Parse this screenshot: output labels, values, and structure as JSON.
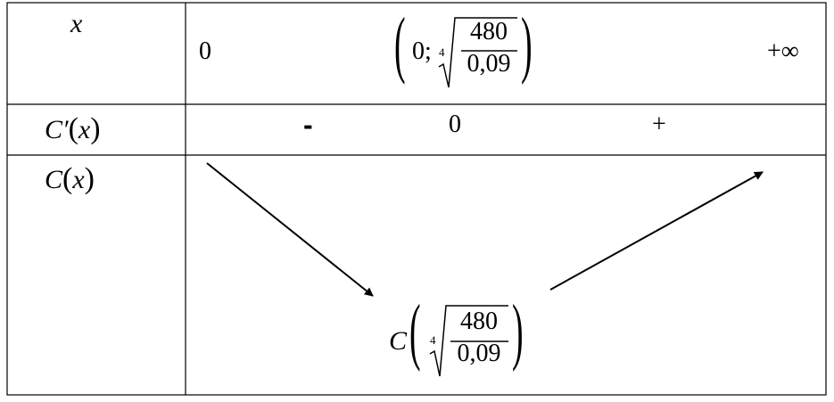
{
  "table": {
    "row_headers": {
      "x": "x",
      "derivative": {
        "func": "C′",
        "arg": "x"
      },
      "function": {
        "func": "C",
        "arg": "x"
      }
    },
    "x_row": {
      "left": "0",
      "middle_prefix": "0;",
      "root_index": "4",
      "fraction_numerator": "480",
      "fraction_denominator": "0,09",
      "right": "+∞"
    },
    "derivative_row": {
      "left_sign": "-",
      "zero": "0",
      "right_sign": "+"
    },
    "function_row": {
      "min_func": "C",
      "root_index": "4",
      "fraction_numerator": "480",
      "fraction_denominator": "0,09",
      "left_trend": "decreasing",
      "right_trend": "increasing"
    }
  }
}
